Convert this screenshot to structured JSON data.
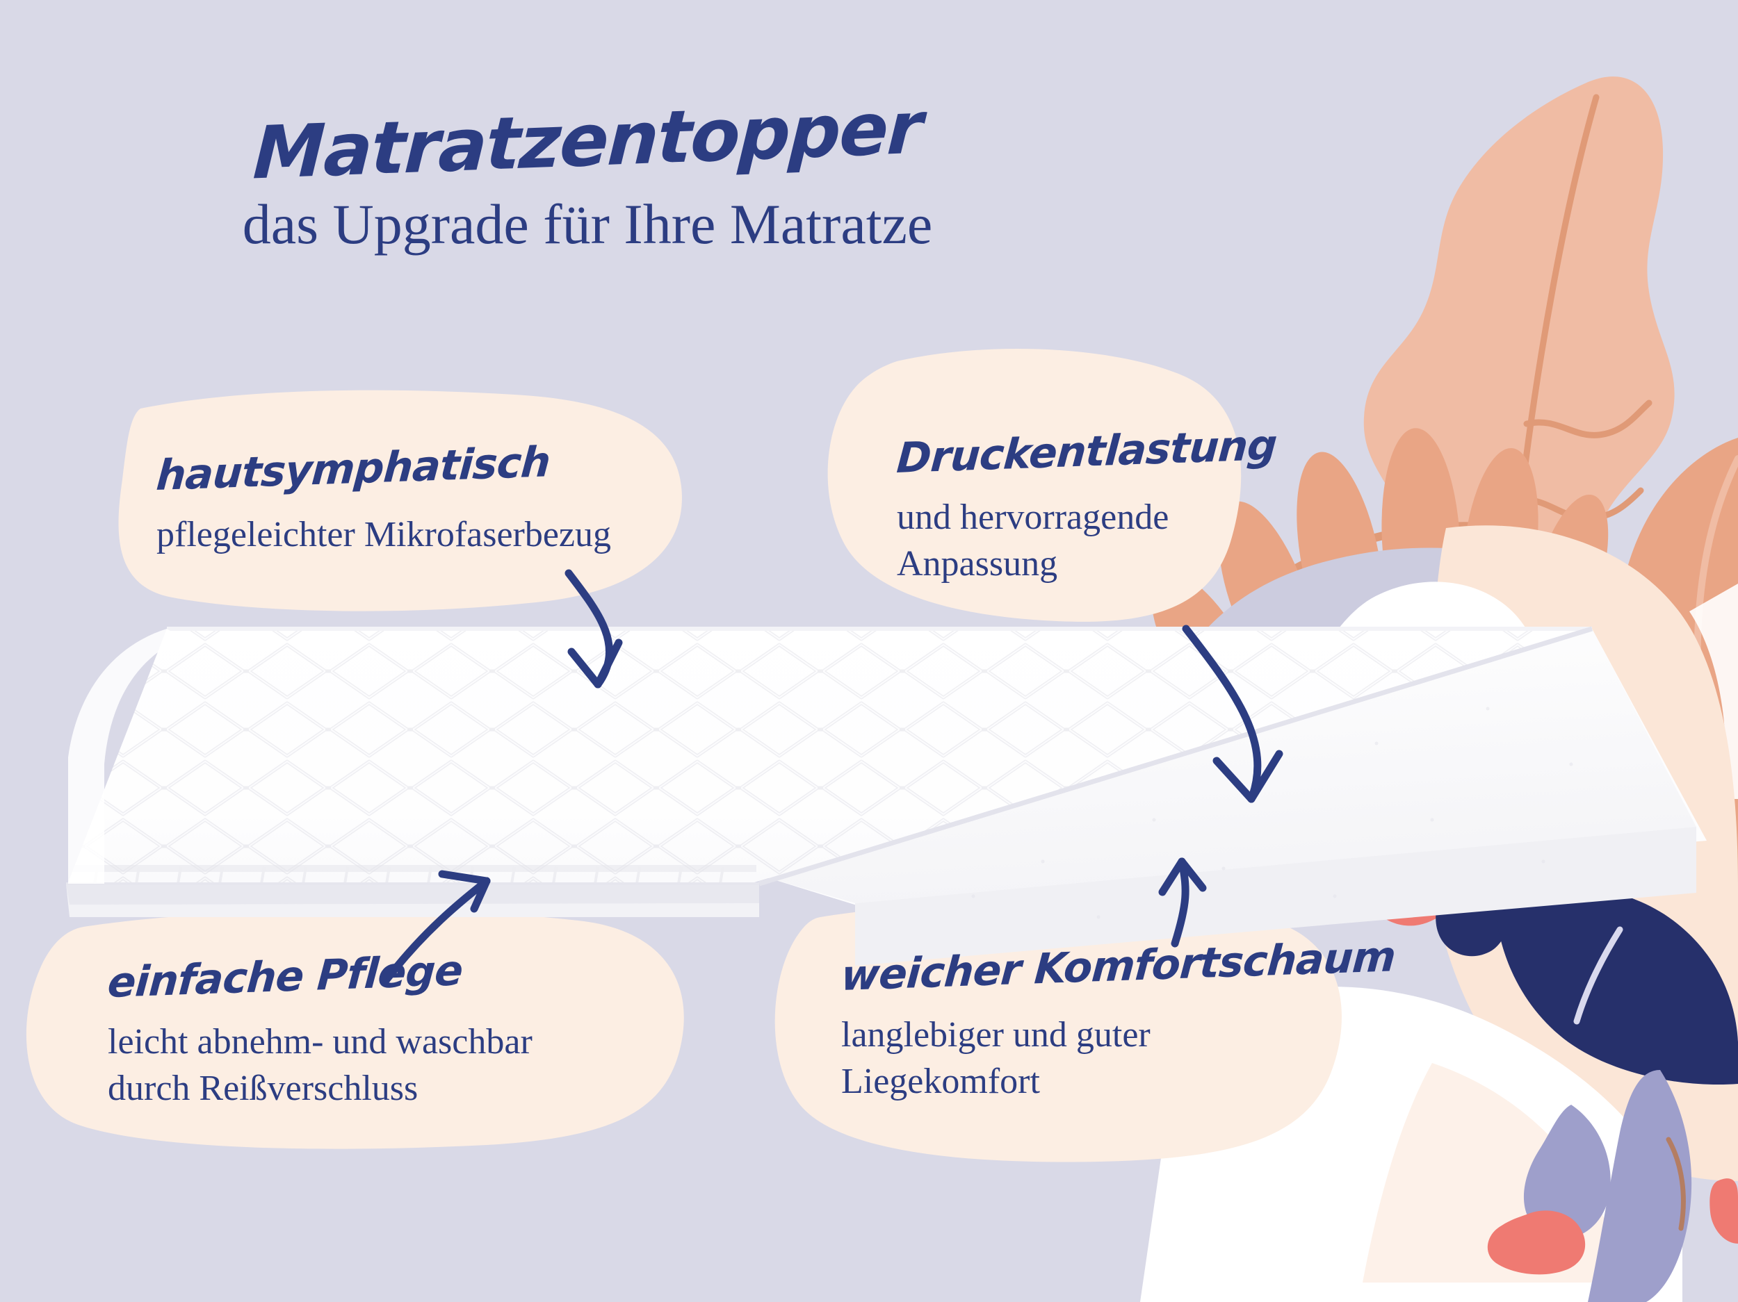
{
  "meta": {
    "background_color": "#d9d9e7",
    "callout_bg_color": "#fceee3",
    "navy": "#2c3d82",
    "coral": "#ef7a72",
    "peach": "#e9a585",
    "periwinkle": "#9e9fcb"
  },
  "title": {
    "script_line": "Matratzentopper",
    "serif_line": "das Upgrade für Ihre Matratze"
  },
  "callouts": [
    {
      "id": "hautsymphatisch",
      "headline": "hautsymphatisch",
      "body_lines": [
        "pflegeleichter Mikrofaserbezug"
      ]
    },
    {
      "id": "druckentlastung",
      "headline": "Druckentlastung",
      "body_lines": [
        "und hervorragende",
        "Anpassung"
      ]
    },
    {
      "id": "pflege",
      "headline": "einfache Pflege",
      "body_lines": [
        "leicht abnehm- und waschbar",
        "durch Reißverschluss"
      ]
    },
    {
      "id": "komfortschaum",
      "headline": "weicher Komfortschaum",
      "body_lines": [
        "langlebiger und guter",
        "Liegekomfort"
      ]
    }
  ],
  "illustration": {
    "product_name": "mattress-topper",
    "product_layers": [
      "quilted microfibre cover",
      "comfort foam core"
    ],
    "scene": "sleeping person on bed with foliage"
  }
}
